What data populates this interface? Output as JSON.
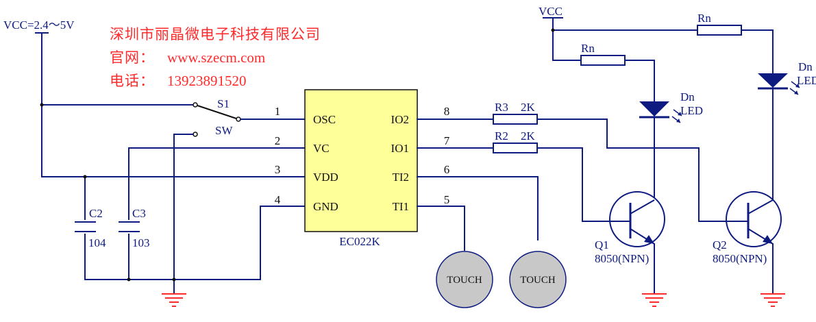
{
  "company": {
    "name": "深圳市丽晶微电子科技有限公司",
    "website_label": "官网：",
    "website": "www.szecm.com",
    "phone_label": "电话：",
    "phone": "13923891520"
  },
  "power": {
    "vcc_range": "VCC=2.4～5V",
    "vcc_label": "VCC"
  },
  "ic": {
    "name": "EC022K",
    "left_pins": [
      {
        "num": "1",
        "name": "OSC"
      },
      {
        "num": "2",
        "name": "VC"
      },
      {
        "num": "3",
        "name": "VDD"
      },
      {
        "num": "4",
        "name": "GND"
      }
    ],
    "right_pins": [
      {
        "num": "8",
        "name": "IO2"
      },
      {
        "num": "7",
        "name": "IO1"
      },
      {
        "num": "6",
        "name": "TI2"
      },
      {
        "num": "5",
        "name": "TI1"
      }
    ]
  },
  "switch": {
    "ref": "S1",
    "type": "SW"
  },
  "capacitors": [
    {
      "ref": "C2",
      "value": "104"
    },
    {
      "ref": "C3",
      "value": "103"
    }
  ],
  "resistors": [
    {
      "ref": "R3",
      "value": "2K"
    },
    {
      "ref": "R2",
      "value": "2K"
    },
    {
      "ref": "Rn",
      "value": ""
    },
    {
      "ref": "Rn",
      "value": ""
    }
  ],
  "leds": [
    {
      "ref": "Dn",
      "type": "LED"
    },
    {
      "ref": "Dn",
      "type": "LED"
    }
  ],
  "transistors": [
    {
      "ref": "Q1",
      "part": "8050(NPN)"
    },
    {
      "ref": "Q2",
      "part": "8050(NPN)"
    }
  ],
  "touch_pads": [
    {
      "label": "TOUCH"
    },
    {
      "label": "TOUCH"
    }
  ],
  "colors": {
    "wire": "#0d1b80",
    "ic_fill": "#ffff99",
    "pad_fill": "#c8c8c8",
    "company_text": "#ff2a2a",
    "ground": "#ff2a2a"
  }
}
